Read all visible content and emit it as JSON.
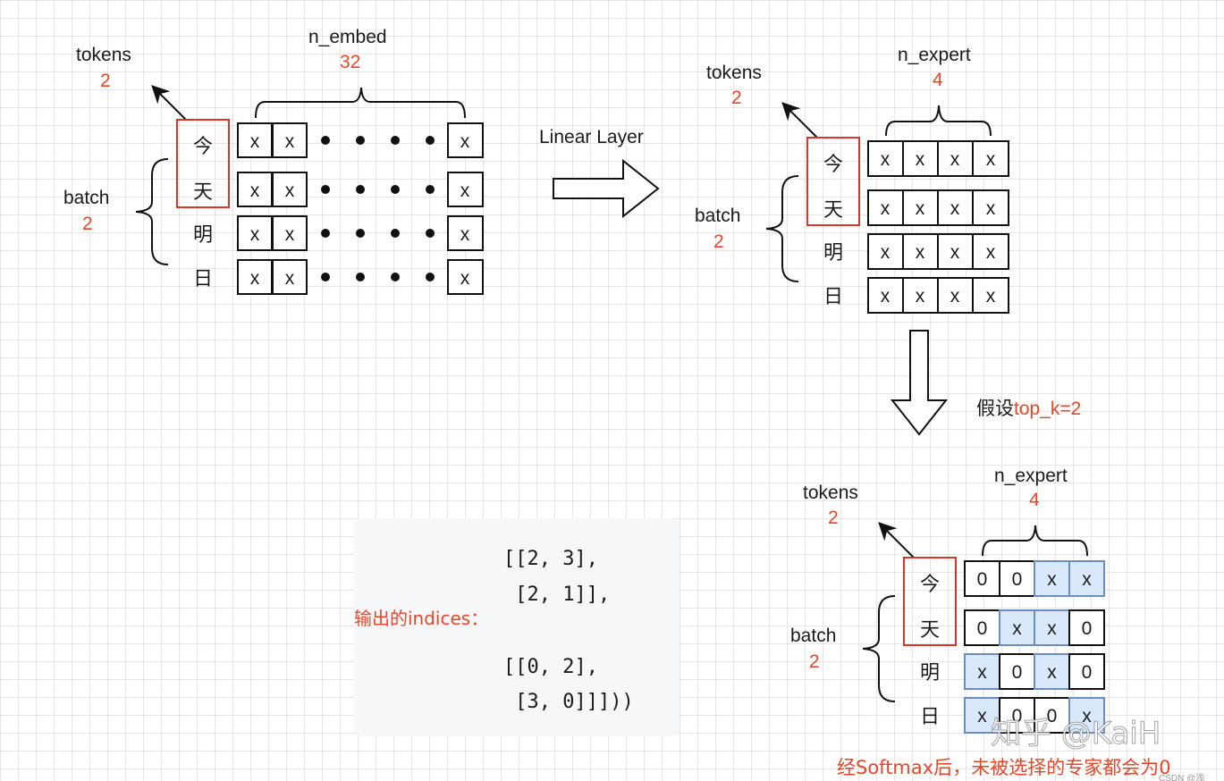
{
  "panel_a": {
    "tokens_label": "tokens",
    "tokens_value": "2",
    "embed_label": "n_embed",
    "embed_value": "32",
    "batch_label": "batch",
    "batch_value": "2",
    "chars": [
      "今",
      "天",
      "明",
      "日"
    ],
    "cell_text": "x",
    "dots": "●"
  },
  "arrow_right_label": "Linear Layer",
  "panel_b": {
    "tokens_label": "tokens",
    "tokens_value": "2",
    "expert_label": "n_expert",
    "expert_value": "4",
    "batch_label": "batch",
    "batch_value": "2",
    "chars": [
      "今",
      "天",
      "明",
      "日"
    ],
    "rows": [
      [
        "x",
        "x",
        "x",
        "x"
      ],
      [
        "x",
        "x",
        "x",
        "x"
      ],
      [
        "x",
        "x",
        "x",
        "x"
      ],
      [
        "x",
        "x",
        "x",
        "x"
      ]
    ]
  },
  "assume_label": {
    "prefix": "假设",
    "value": "top_k=2"
  },
  "panel_c": {
    "tokens_label": "tokens",
    "tokens_value": "2",
    "expert_label": "n_expert",
    "expert_value": "4",
    "batch_label": "batch",
    "batch_value": "2",
    "chars": [
      "今",
      "天",
      "明",
      "日"
    ],
    "rows": [
      [
        "0",
        "0",
        "x",
        "x"
      ],
      [
        "0",
        "x",
        "x",
        "0"
      ],
      [
        "x",
        "0",
        "x",
        "0"
      ],
      [
        "x",
        "0",
        "0",
        "x"
      ]
    ],
    "highlight": [
      [
        false,
        false,
        true,
        true
      ],
      [
        false,
        true,
        true,
        false
      ],
      [
        true,
        false,
        true,
        false
      ],
      [
        true,
        false,
        false,
        true
      ]
    ],
    "note": "经Softmax后，未被选择的专家都会为0"
  },
  "code_block": {
    "output_label": "输出的indices：",
    "lines": [
      "[[2, 3],",
      " [2, 1]],",
      "",
      "[[0, 2],",
      " [3, 0]]]))"
    ]
  },
  "watermark": {
    "text": "知乎 @KaiH",
    "small": "CSDN @浅"
  },
  "colors": {
    "accent_red": "#e8462a",
    "highlight_fill": "#dae8fc",
    "highlight_stroke": "#6c8ebf"
  }
}
